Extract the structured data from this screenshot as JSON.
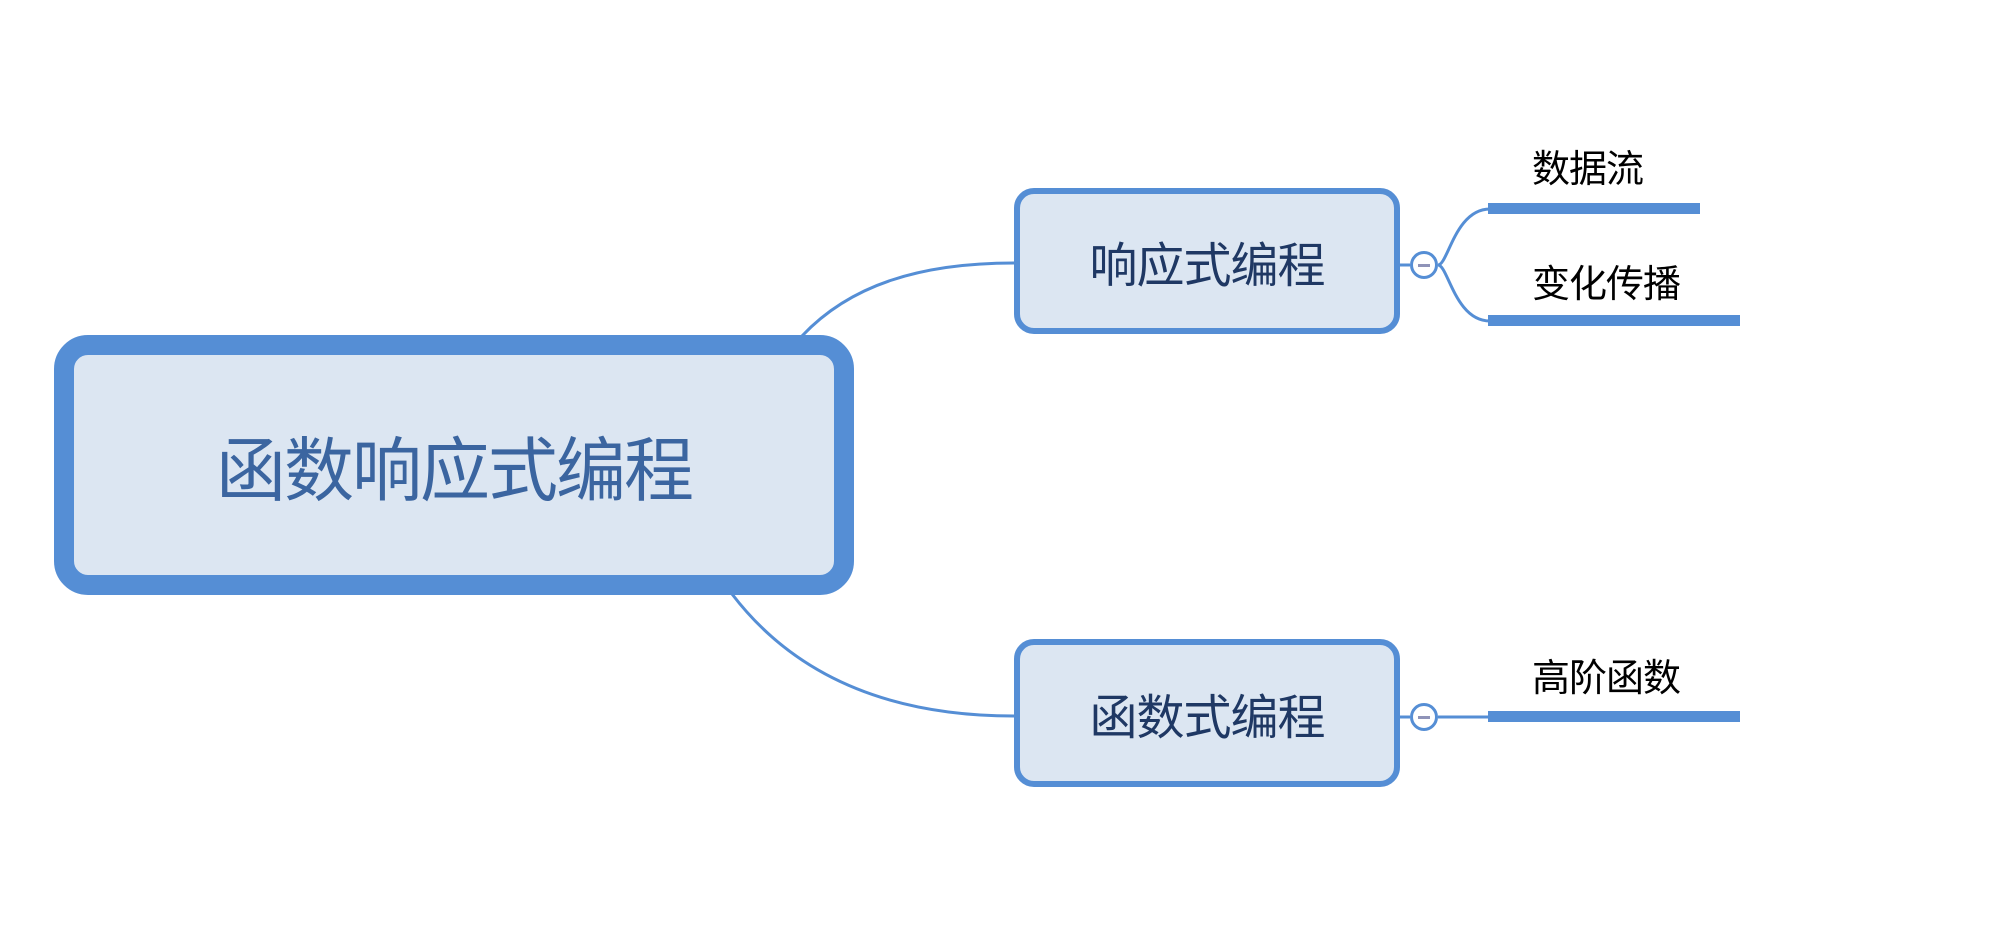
{
  "mindmap": {
    "root": {
      "label": "函数响应式编程"
    },
    "branches": [
      {
        "label": "响应式编程",
        "collapsed": false,
        "children": [
          {
            "label": "数据流"
          },
          {
            "label": "变化传播"
          }
        ]
      },
      {
        "label": "函数式编程",
        "collapsed": false,
        "children": [
          {
            "label": "高阶函数"
          }
        ]
      }
    ]
  },
  "colors": {
    "accent": "#558ed5",
    "node_fill": "#dce6f2",
    "root_text": "#3b65a0",
    "branch_text": "#1f3864",
    "leaf_text": "#000000",
    "background": "#ffffff"
  },
  "icons": {
    "collapse": "minus-circle-icon"
  }
}
